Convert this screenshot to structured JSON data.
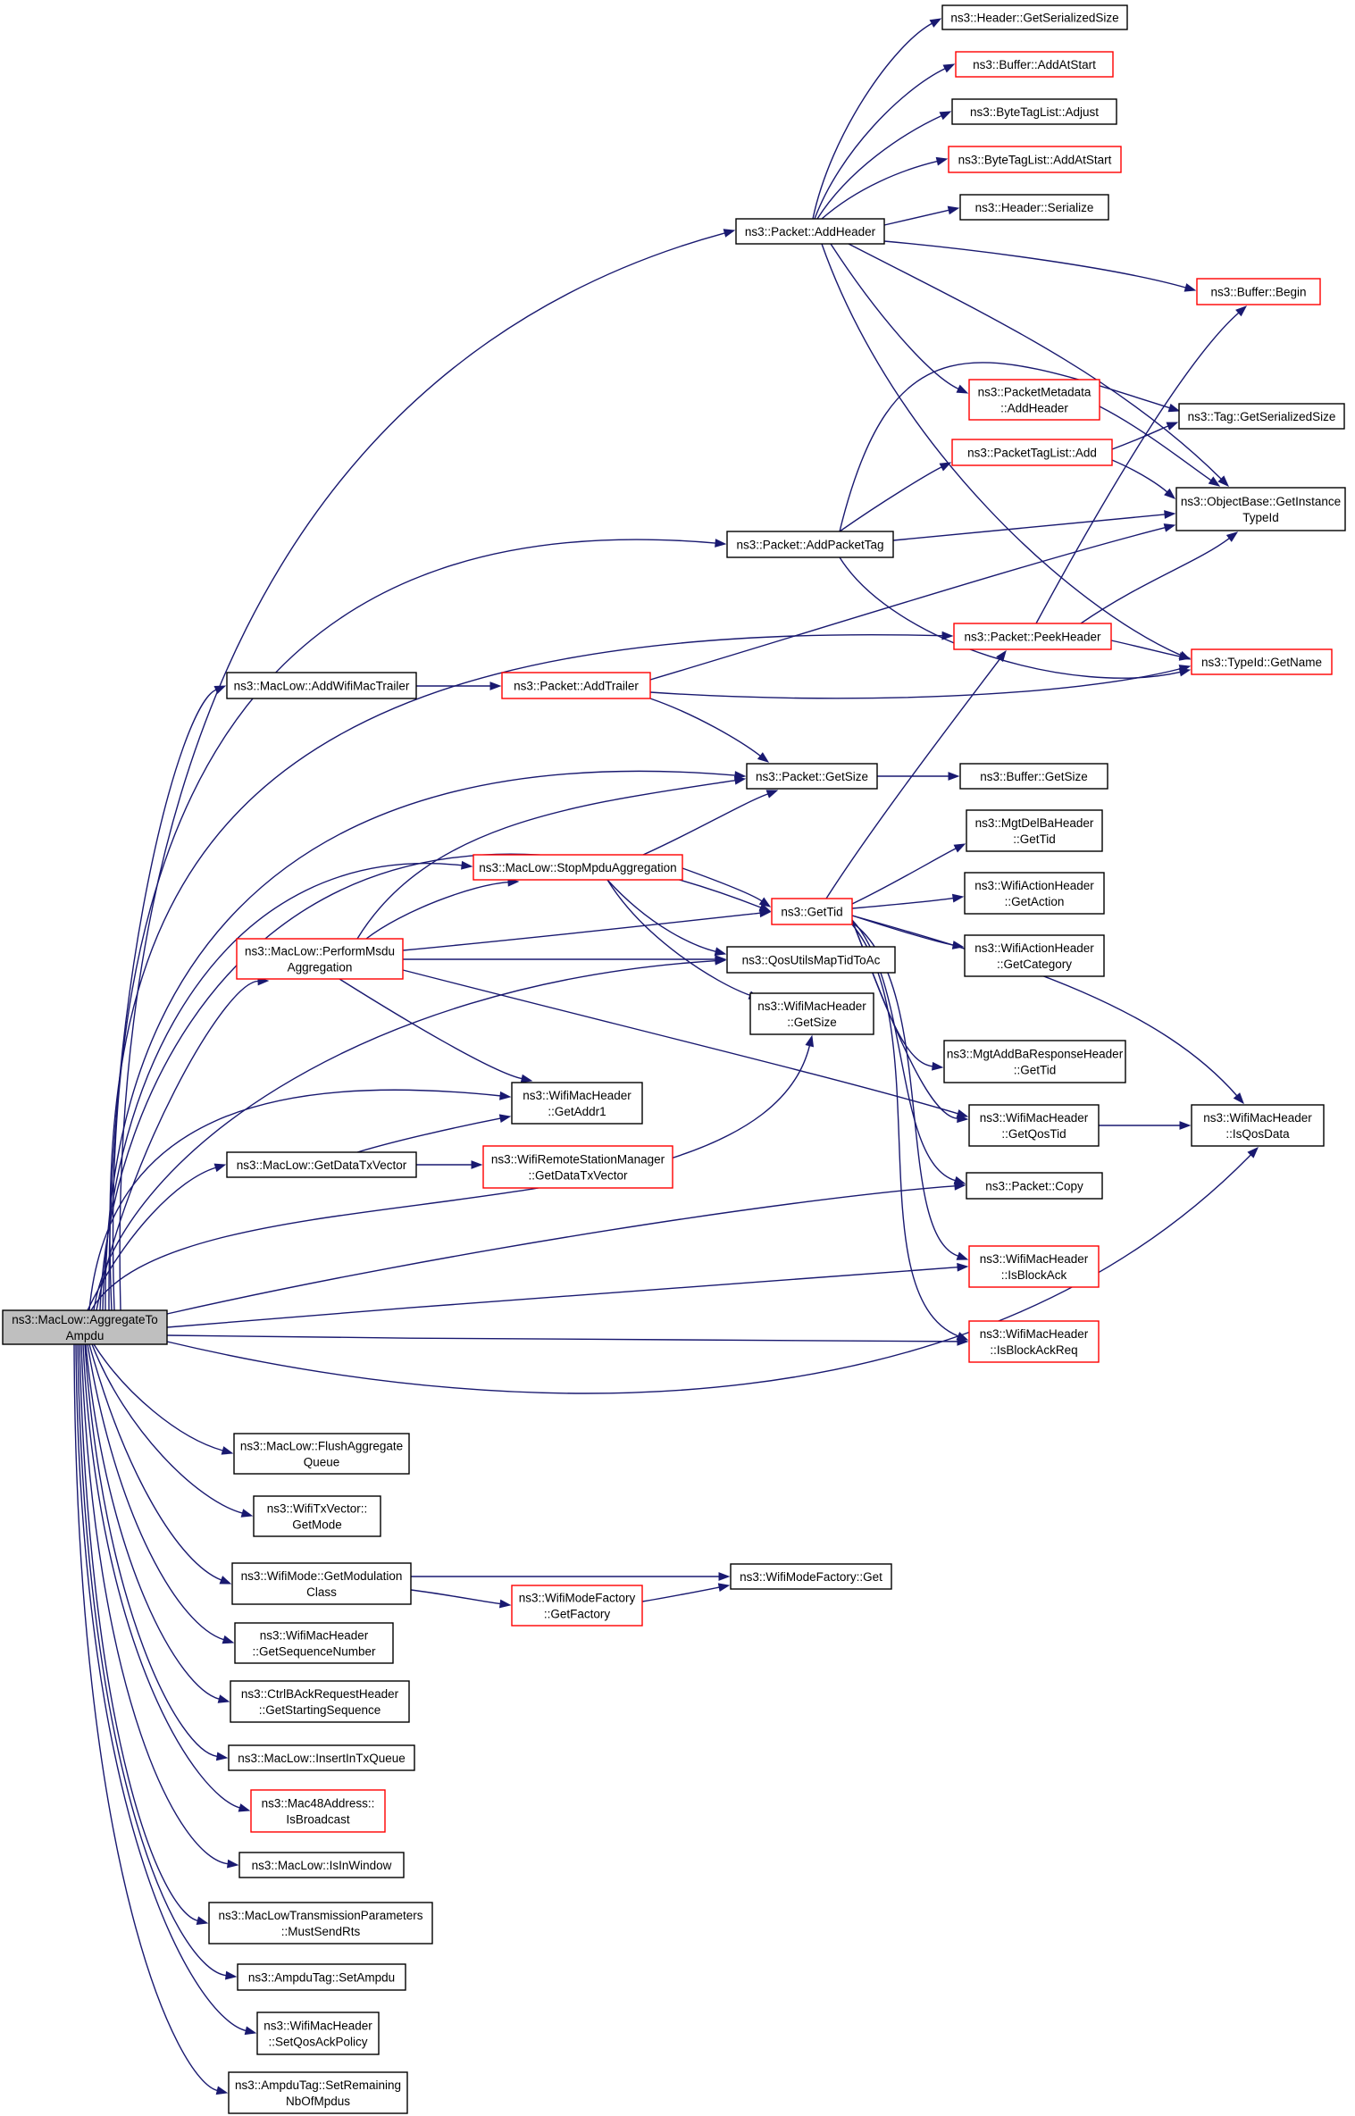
{
  "diagram": {
    "type": "doxygen-call-graph",
    "colors": {
      "edge": "#191970",
      "border_documented": "#000000",
      "border_truncated": "#ff0000",
      "root_fill": "#bfbfbf",
      "node_fill": "#ffffff"
    },
    "nodes": [
      {
        "id": "root",
        "lines": [
          "ns3::MacLow::AggregateTo",
          "Ampdu"
        ],
        "kind": "root"
      },
      {
        "id": "hdr_getsersize",
        "lines": [
          "ns3::Header::GetSerializedSize"
        ],
        "kind": "normal"
      },
      {
        "id": "buf_addatstart",
        "lines": [
          "ns3::Buffer::AddAtStart"
        ],
        "kind": "truncated"
      },
      {
        "id": "btl_adjust",
        "lines": [
          "ns3::ByteTagList::Adjust"
        ],
        "kind": "normal"
      },
      {
        "id": "btl_addatstart",
        "lines": [
          "ns3::ByteTagList::AddAtStart"
        ],
        "kind": "truncated"
      },
      {
        "id": "hdr_serialize",
        "lines": [
          "ns3::Header::Serialize"
        ],
        "kind": "normal"
      },
      {
        "id": "pkt_addheader",
        "lines": [
          "ns3::Packet::AddHeader"
        ],
        "kind": "normal"
      },
      {
        "id": "buf_begin",
        "lines": [
          "ns3::Buffer::Begin"
        ],
        "kind": "truncated"
      },
      {
        "id": "pm_addheader",
        "lines": [
          "ns3::PacketMetadata",
          "::AddHeader"
        ],
        "kind": "truncated"
      },
      {
        "id": "tag_getsersize",
        "lines": [
          "ns3::Tag::GetSerializedSize"
        ],
        "kind": "normal"
      },
      {
        "id": "ptl_add",
        "lines": [
          "ns3::PacketTagList::Add"
        ],
        "kind": "truncated"
      },
      {
        "id": "ob_getinstancetypeid",
        "lines": [
          "ns3::ObjectBase::GetInstance",
          "TypeId"
        ],
        "kind": "normal"
      },
      {
        "id": "pkt_addpackettag",
        "lines": [
          "ns3::Packet::AddPacketTag"
        ],
        "kind": "normal"
      },
      {
        "id": "pkt_peekheader",
        "lines": [
          "ns3::Packet::PeekHeader"
        ],
        "kind": "truncated"
      },
      {
        "id": "typeid_getname",
        "lines": [
          "ns3::TypeId::GetName"
        ],
        "kind": "truncated"
      },
      {
        "id": "ml_addwifimactrailer",
        "lines": [
          "ns3::MacLow::AddWifiMacTrailer"
        ],
        "kind": "normal"
      },
      {
        "id": "pkt_addtrailer",
        "lines": [
          "ns3::Packet::AddTrailer"
        ],
        "kind": "truncated"
      },
      {
        "id": "pkt_getsize",
        "lines": [
          "ns3::Packet::GetSize"
        ],
        "kind": "normal"
      },
      {
        "id": "buf_getsize",
        "lines": [
          "ns3::Buffer::GetSize"
        ],
        "kind": "normal"
      },
      {
        "id": "mgtdelba_gettid",
        "lines": [
          "ns3::MgtDelBaHeader",
          "::GetTid"
        ],
        "kind": "normal"
      },
      {
        "id": "ml_stopmpduagg",
        "lines": [
          "ns3::MacLow::StopMpduAggregation"
        ],
        "kind": "truncated"
      },
      {
        "id": "wah_getaction",
        "lines": [
          "ns3::WifiActionHeader",
          "::GetAction"
        ],
        "kind": "normal"
      },
      {
        "id": "gettid",
        "lines": [
          "ns3::GetTid"
        ],
        "kind": "truncated"
      },
      {
        "id": "ml_performmsdu",
        "lines": [
          "ns3::MacLow::PerformMsdu",
          "Aggregation"
        ],
        "kind": "truncated"
      },
      {
        "id": "qosutils",
        "lines": [
          "ns3::QosUtilsMapTidToAc"
        ],
        "kind": "normal"
      },
      {
        "id": "wah_getcategory",
        "lines": [
          "ns3::WifiActionHeader",
          "::GetCategory"
        ],
        "kind": "normal"
      },
      {
        "id": "wmh_getsize",
        "lines": [
          "ns3::WifiMacHeader",
          "::GetSize"
        ],
        "kind": "normal"
      },
      {
        "id": "mgtaddba_gettid",
        "lines": [
          "ns3::MgtAddBaResponseHeader",
          "::GetTid"
        ],
        "kind": "normal"
      },
      {
        "id": "wmh_getaddr1",
        "lines": [
          "ns3::WifiMacHeader",
          "::GetAddr1"
        ],
        "kind": "normal"
      },
      {
        "id": "wmh_getqostid",
        "lines": [
          "ns3::WifiMacHeader",
          "::GetQosTid"
        ],
        "kind": "normal"
      },
      {
        "id": "wmh_isqosdata",
        "lines": [
          "ns3::WifiMacHeader",
          "::IsQosData"
        ],
        "kind": "normal"
      },
      {
        "id": "ml_getdatatxvector",
        "lines": [
          "ns3::MacLow::GetDataTxVector"
        ],
        "kind": "normal"
      },
      {
        "id": "wrsm_getdatatxvector",
        "lines": [
          "ns3::WifiRemoteStationManager",
          "::GetDataTxVector"
        ],
        "kind": "truncated"
      },
      {
        "id": "pkt_copy",
        "lines": [
          "ns3::Packet::Copy"
        ],
        "kind": "normal"
      },
      {
        "id": "wmh_isblockack",
        "lines": [
          "ns3::WifiMacHeader",
          "::IsBlockAck"
        ],
        "kind": "truncated"
      },
      {
        "id": "wmh_isblockackreq",
        "lines": [
          "ns3::WifiMacHeader",
          "::IsBlockAckReq"
        ],
        "kind": "truncated"
      },
      {
        "id": "ml_flushaggqueue",
        "lines": [
          "ns3::MacLow::FlushAggregate",
          "Queue"
        ],
        "kind": "normal"
      },
      {
        "id": "wtxv_getmode",
        "lines": [
          "ns3::WifiTxVector::",
          "GetMode"
        ],
        "kind": "normal"
      },
      {
        "id": "wm_getmodclass",
        "lines": [
          "ns3::WifiMode::GetModulation",
          "Class"
        ],
        "kind": "normal"
      },
      {
        "id": "wmf_get",
        "lines": [
          "ns3::WifiModeFactory::Get"
        ],
        "kind": "normal"
      },
      {
        "id": "wmf_getfactory",
        "lines": [
          "ns3::WifiModeFactory",
          "::GetFactory"
        ],
        "kind": "truncated"
      },
      {
        "id": "wmh_getseqnum",
        "lines": [
          "ns3::WifiMacHeader",
          "::GetSequenceNumber"
        ],
        "kind": "normal"
      },
      {
        "id": "cbar_getstartseq",
        "lines": [
          "ns3::CtrlBAckRequestHeader",
          "::GetStartingSequence"
        ],
        "kind": "normal"
      },
      {
        "id": "ml_insertintxqueue",
        "lines": [
          "ns3::MacLow::InsertInTxQueue"
        ],
        "kind": "normal"
      },
      {
        "id": "mac48_isbroadcast",
        "lines": [
          "ns3::Mac48Address::",
          "IsBroadcast"
        ],
        "kind": "truncated"
      },
      {
        "id": "ml_isinwindow",
        "lines": [
          "ns3::MacLow::IsInWindow"
        ],
        "kind": "normal"
      },
      {
        "id": "mltp_mustsendrts",
        "lines": [
          "ns3::MacLowTransmissionParameters",
          "::MustSendRts"
        ],
        "kind": "normal"
      },
      {
        "id": "at_setampdu",
        "lines": [
          "ns3::AmpduTag::SetAmpdu"
        ],
        "kind": "normal"
      },
      {
        "id": "wmh_setqosackpolicy",
        "lines": [
          "ns3::WifiMacHeader",
          "::SetQosAckPolicy"
        ],
        "kind": "normal"
      },
      {
        "id": "at_setremaining",
        "lines": [
          "ns3::AmpduTag::SetRemaining",
          "NbOfMpdus"
        ],
        "kind": "normal"
      }
    ],
    "edges": [
      {
        "from": "root",
        "to": "pkt_addheader"
      },
      {
        "from": "root",
        "to": "pkt_addpackettag"
      },
      {
        "from": "root",
        "to": "pkt_peekheader"
      },
      {
        "from": "root",
        "to": "ml_addwifimactrailer"
      },
      {
        "from": "root",
        "to": "pkt_getsize"
      },
      {
        "from": "root",
        "to": "ml_stopmpduagg"
      },
      {
        "from": "root",
        "to": "gettid"
      },
      {
        "from": "root",
        "to": "ml_performmsdu"
      },
      {
        "from": "root",
        "to": "qosutils"
      },
      {
        "from": "root",
        "to": "wmh_getsize"
      },
      {
        "from": "root",
        "to": "wmh_getaddr1"
      },
      {
        "from": "root",
        "to": "ml_getdatatxvector"
      },
      {
        "from": "root",
        "to": "pkt_copy"
      },
      {
        "from": "root",
        "to": "wmh_isblockack"
      },
      {
        "from": "root",
        "to": "wmh_isblockackreq"
      },
      {
        "from": "root",
        "to": "wmh_isqosdata"
      },
      {
        "from": "root",
        "to": "ml_flushaggqueue"
      },
      {
        "from": "root",
        "to": "wtxv_getmode"
      },
      {
        "from": "root",
        "to": "wm_getmodclass"
      },
      {
        "from": "root",
        "to": "wmh_getseqnum"
      },
      {
        "from": "root",
        "to": "cbar_getstartseq"
      },
      {
        "from": "root",
        "to": "ml_insertintxqueue"
      },
      {
        "from": "root",
        "to": "mac48_isbroadcast"
      },
      {
        "from": "root",
        "to": "ml_isinwindow"
      },
      {
        "from": "root",
        "to": "mltp_mustsendrts"
      },
      {
        "from": "root",
        "to": "at_setampdu"
      },
      {
        "from": "root",
        "to": "wmh_setqosackpolicy"
      },
      {
        "from": "root",
        "to": "at_setremaining"
      },
      {
        "from": "pkt_addheader",
        "to": "hdr_getsersize"
      },
      {
        "from": "pkt_addheader",
        "to": "buf_addatstart"
      },
      {
        "from": "pkt_addheader",
        "to": "btl_adjust"
      },
      {
        "from": "pkt_addheader",
        "to": "btl_addatstart"
      },
      {
        "from": "pkt_addheader",
        "to": "hdr_serialize"
      },
      {
        "from": "pkt_addheader",
        "to": "buf_begin"
      },
      {
        "from": "pkt_addheader",
        "to": "pm_addheader"
      },
      {
        "from": "pkt_addheader",
        "to": "ob_getinstancetypeid"
      },
      {
        "from": "pkt_addheader",
        "to": "typeid_getname"
      },
      {
        "from": "pm_addheader",
        "to": "ob_getinstancetypeid"
      },
      {
        "from": "ptl_add",
        "to": "tag_getsersize"
      },
      {
        "from": "ptl_add",
        "to": "ob_getinstancetypeid"
      },
      {
        "from": "pkt_addpackettag",
        "to": "tag_getsersize"
      },
      {
        "from": "pkt_addpackettag",
        "to": "ptl_add"
      },
      {
        "from": "pkt_addpackettag",
        "to": "ob_getinstancetypeid"
      },
      {
        "from": "pkt_addpackettag",
        "to": "typeid_getname"
      },
      {
        "from": "pkt_peekheader",
        "to": "buf_begin"
      },
      {
        "from": "pkt_peekheader",
        "to": "ob_getinstancetypeid"
      },
      {
        "from": "pkt_peekheader",
        "to": "typeid_getname"
      },
      {
        "from": "ml_addwifimactrailer",
        "to": "pkt_addtrailer"
      },
      {
        "from": "pkt_addtrailer",
        "to": "ob_getinstancetypeid"
      },
      {
        "from": "pkt_addtrailer",
        "to": "typeid_getname"
      },
      {
        "from": "pkt_addtrailer",
        "to": "pkt_getsize"
      },
      {
        "from": "pkt_getsize",
        "to": "buf_getsize"
      },
      {
        "from": "gettid",
        "to": "pkt_peekheader"
      },
      {
        "from": "gettid",
        "to": "mgtdelba_gettid"
      },
      {
        "from": "gettid",
        "to": "wah_getaction"
      },
      {
        "from": "gettid",
        "to": "wah_getcategory"
      },
      {
        "from": "gettid",
        "to": "mgtaddba_gettid"
      },
      {
        "from": "gettid",
        "to": "wmh_getqostid"
      },
      {
        "from": "gettid",
        "to": "wmh_isqosdata"
      },
      {
        "from": "gettid",
        "to": "pkt_copy"
      },
      {
        "from": "gettid",
        "to": "wmh_isblockack"
      },
      {
        "from": "gettid",
        "to": "wmh_isblockackreq"
      },
      {
        "from": "ml_stopmpduagg",
        "to": "pkt_getsize"
      },
      {
        "from": "ml_stopmpduagg",
        "to": "gettid"
      },
      {
        "from": "ml_stopmpduagg",
        "to": "qosutils"
      },
      {
        "from": "ml_stopmpduagg",
        "to": "wmh_getsize"
      },
      {
        "from": "ml_performmsdu",
        "to": "pkt_getsize"
      },
      {
        "from": "ml_performmsdu",
        "to": "ml_stopmpduagg"
      },
      {
        "from": "ml_performmsdu",
        "to": "gettid"
      },
      {
        "from": "ml_performmsdu",
        "to": "qosutils"
      },
      {
        "from": "ml_performmsdu",
        "to": "wmh_getaddr1"
      },
      {
        "from": "ml_performmsdu",
        "to": "wmh_getqostid"
      },
      {
        "from": "wmh_getqostid",
        "to": "wmh_isqosdata"
      },
      {
        "from": "ml_getdatatxvector",
        "to": "wmh_getaddr1"
      },
      {
        "from": "ml_getdatatxvector",
        "to": "wrsm_getdatatxvector"
      },
      {
        "from": "wm_getmodclass",
        "to": "wmf_get"
      },
      {
        "from": "wm_getmodclass",
        "to": "wmf_getfactory"
      },
      {
        "from": "wmf_getfactory",
        "to": "wmf_get"
      }
    ]
  }
}
